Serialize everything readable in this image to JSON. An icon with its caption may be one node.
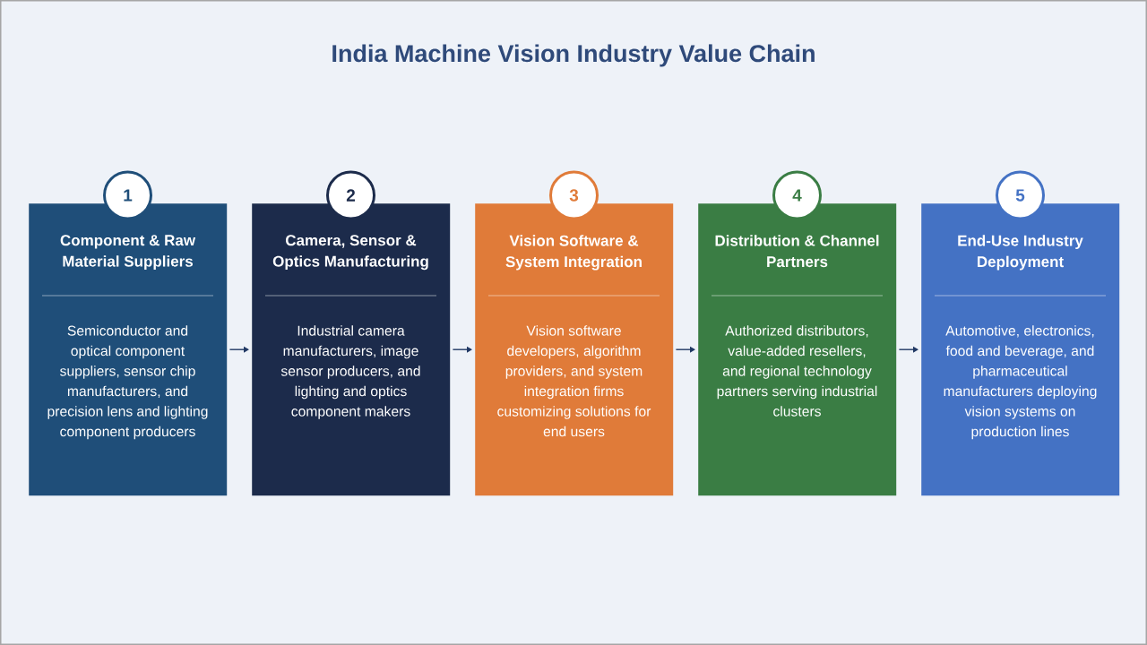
{
  "diagram": {
    "title": "India Machine Vision Industry Value Chain",
    "nodes": [
      {
        "text": [
          "1"
        ]
      },
      {
        "text": [
          "Component & Raw Material Suppliers",
          "Semiconductor and optical component suppliers, sensor chip manufacturers, and precision lens and lighting component producers"
        ]
      },
      {
        "text": [
          "2"
        ]
      },
      {
        "text": [
          "Camera, Sensor & Optics Manufacturing",
          "Industrial camera manufacturers, image sensor producers, and lighting and optics component makers"
        ]
      },
      {
        "text": [
          "3"
        ]
      },
      {
        "text": [
          "Vision Software & System Integration",
          "Vision software developers, algorithm providers, and system integration firms customizing solutions for end users"
        ]
      },
      {
        "text": [
          "4"
        ]
      },
      {
        "text": [
          "Distribution & Channel Partners",
          "Authorized distributors, value-added resellers, and regional technology partners serving industrial clusters"
        ]
      },
      {
        "text": [
          "5"
        ]
      },
      {
        "text": [
          "End-Use Industry Deployment",
          "Automotive, electronics, food and beverage, and pharmaceutical manufacturers deploying vision systems on production lines"
        ]
      }
    ],
    "edges": [
      {
        "from": 1,
        "to": 3,
        "arrow": "to"
      },
      {
        "from": 3,
        "to": 5,
        "arrow": "to"
      },
      {
        "from": 5,
        "to": 7,
        "arrow": "to"
      },
      {
        "from": 7,
        "to": 9,
        "arrow": "to"
      }
    ]
  }
}
